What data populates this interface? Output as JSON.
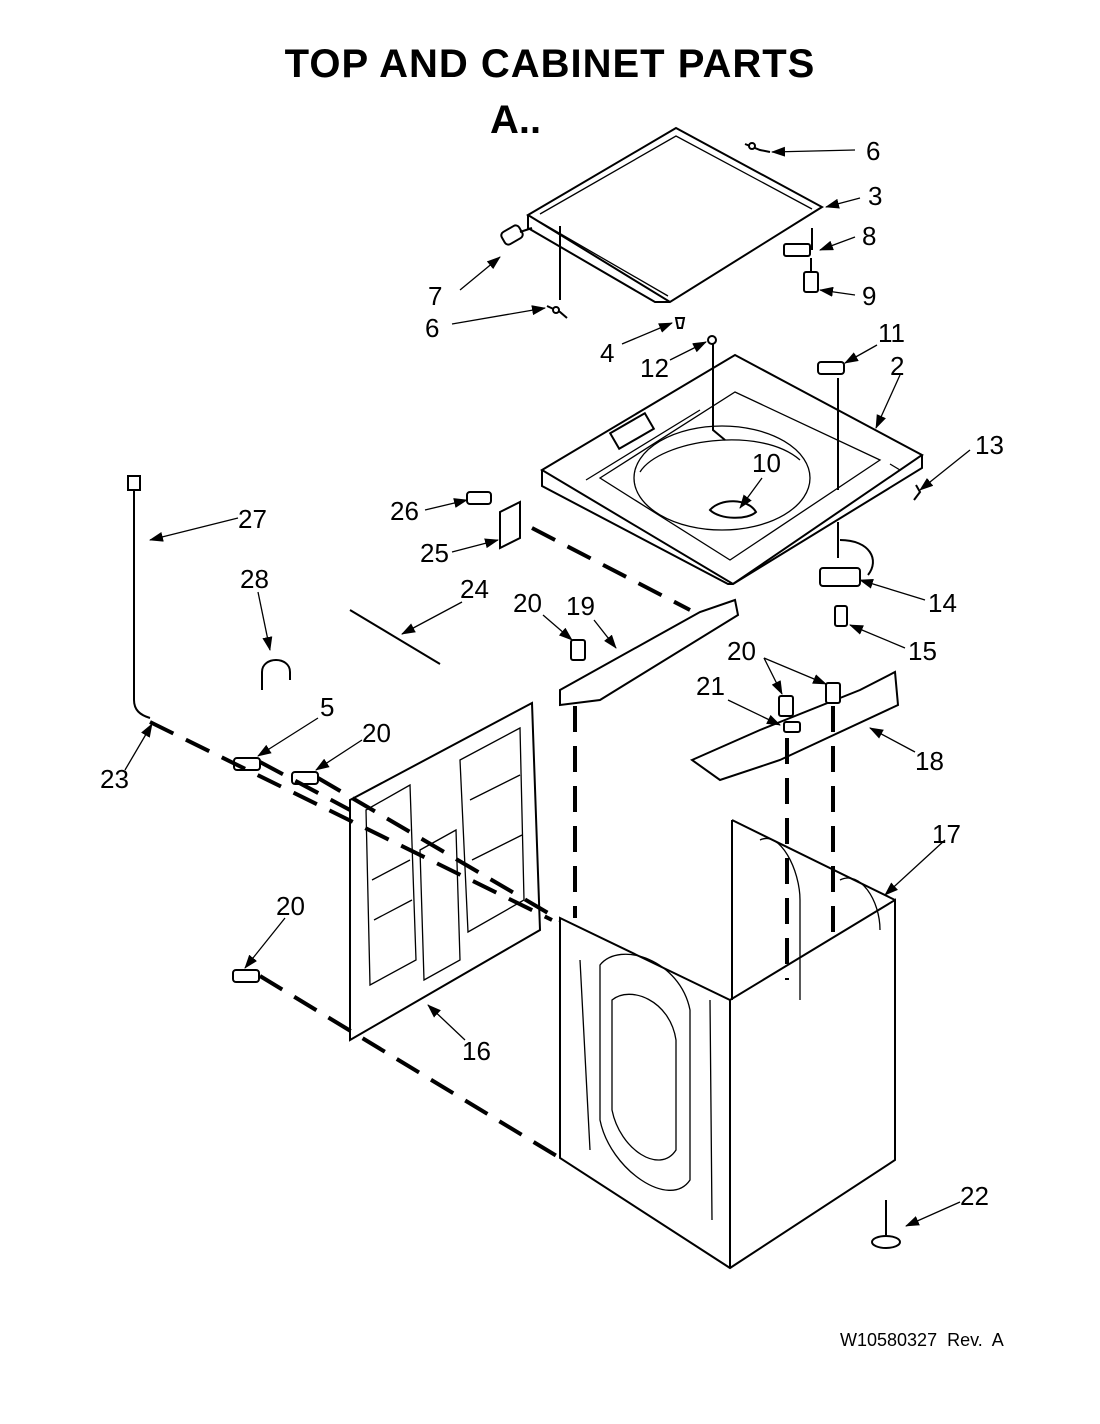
{
  "header": {
    "title": "TOP AND CABINET PARTS",
    "subtitle": "A.."
  },
  "parts": [
    {
      "number": "2",
      "label": "2"
    },
    {
      "number": "3",
      "label": "3"
    },
    {
      "number": "4",
      "label": "4"
    },
    {
      "number": "5",
      "label": "5"
    },
    {
      "number": "6",
      "label": "6"
    },
    {
      "number": "7",
      "label": "7"
    },
    {
      "number": "8",
      "label": "8"
    },
    {
      "number": "9",
      "label": "9"
    },
    {
      "number": "10",
      "label": "10"
    },
    {
      "number": "11",
      "label": "11"
    },
    {
      "number": "12",
      "label": "12"
    },
    {
      "number": "13",
      "label": "13"
    },
    {
      "number": "14",
      "label": "14"
    },
    {
      "number": "15",
      "label": "15"
    },
    {
      "number": "16",
      "label": "16"
    },
    {
      "number": "17",
      "label": "17"
    },
    {
      "number": "18",
      "label": "18"
    },
    {
      "number": "19",
      "label": "19"
    },
    {
      "number": "20",
      "label": "20"
    },
    {
      "number": "21",
      "label": "21"
    },
    {
      "number": "22",
      "label": "22"
    },
    {
      "number": "23",
      "label": "23"
    },
    {
      "number": "24",
      "label": "24"
    },
    {
      "number": "25",
      "label": "25"
    },
    {
      "number": "26",
      "label": "26"
    },
    {
      "number": "27",
      "label": "27"
    },
    {
      "number": "28",
      "label": "28"
    }
  ],
  "footer": {
    "doc_number": "W10580327",
    "revision": "Rev.  A"
  }
}
